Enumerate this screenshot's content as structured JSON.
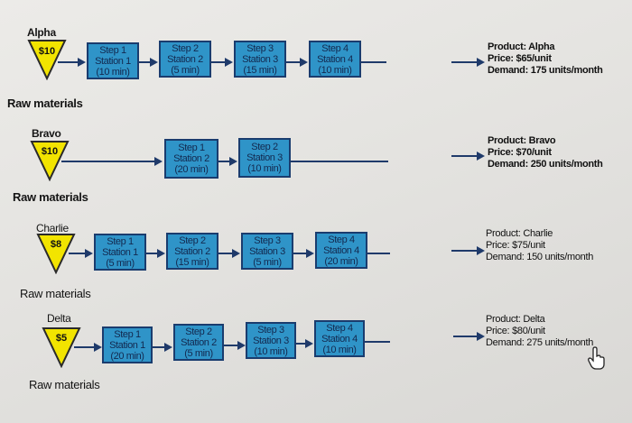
{
  "colors": {
    "triangle_fill": "#f2e400",
    "triangle_stroke": "#2a2a2a",
    "step_fill": "#2f94c8",
    "step_border": "#1a3c6e",
    "line": "#1f3a6a"
  },
  "products": [
    {
      "name": "Alpha",
      "cost": "$10",
      "raw_label": "Raw materials",
      "steps": [
        {
          "step": "Step 1",
          "station": "Station 1",
          "time": "(10 min)"
        },
        {
          "step": "Step 2",
          "station": "Station 2",
          "time": "(5 min)"
        },
        {
          "step": "Step 3",
          "station": "Station 3",
          "time": "(15 min)"
        },
        {
          "step": "Step 4",
          "station": "Station 4",
          "time": "(10 min)"
        }
      ],
      "info": {
        "product": "Product: Alpha",
        "price": "Price: $65/unit",
        "demand": "Demand: 175 units/month"
      }
    },
    {
      "name": "Bravo",
      "cost": "$10",
      "raw_label": "Raw materials",
      "steps": [
        {
          "step": "Step 1",
          "station": "Station 2",
          "time": "(20 min)"
        },
        {
          "step": "Step 2",
          "station": "Station 3",
          "time": "(10 min)"
        }
      ],
      "info": {
        "product": "Product: Bravo",
        "price": "Price: $70/unit",
        "demand": "Demand: 250 units/month"
      }
    },
    {
      "name": "Charlie",
      "cost": "$8",
      "raw_label": "Raw materials",
      "steps": [
        {
          "step": "Step 1",
          "station": "Station 1",
          "time": "(5 min)"
        },
        {
          "step": "Step 2",
          "station": "Station 2",
          "time": "(15 min)"
        },
        {
          "step": "Step 3",
          "station": "Station 3",
          "time": "(5 min)"
        },
        {
          "step": "Step 4",
          "station": "Station 4",
          "time": "(20 min)"
        }
      ],
      "info": {
        "product": "Product: Charlie",
        "price": "Price: $75/unit",
        "demand": "Demand: 150 units/month"
      }
    },
    {
      "name": "Delta",
      "cost": "$5",
      "raw_label": "Raw materials",
      "steps": [
        {
          "step": "Step 1",
          "station": "Station 1",
          "time": "(20 min)"
        },
        {
          "step": "Step 2",
          "station": "Station 2",
          "time": "(5 min)"
        },
        {
          "step": "Step 3",
          "station": "Station 3",
          "time": "(10 min)"
        },
        {
          "step": "Step 4",
          "station": "Station 4",
          "time": "(10 min)"
        }
      ],
      "info": {
        "product": "Product: Delta",
        "price": "Price: $80/unit",
        "demand": "Demand: 275 units/month"
      }
    }
  ]
}
